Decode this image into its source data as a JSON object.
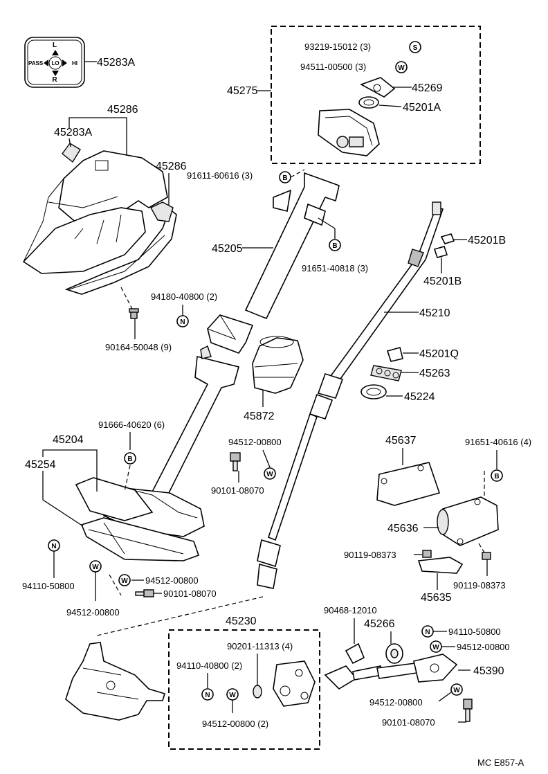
{
  "labels": {
    "p45283A_top": "45283A",
    "p45286_top": "45286",
    "p45283A": "45283A",
    "p45286": "45286",
    "p94180": "94180-40800 (2)",
    "p90164": "90164-50048 (9)",
    "p45275": "45275",
    "p93219": "93219-15012 (3)",
    "p94511": "94511-00500 (3)",
    "p45269": "45269",
    "p45201A": "45201A",
    "p91611": "91611-60616 (3)",
    "p45205": "45205",
    "p91651_40818": "91651-40818 (3)",
    "p45201B_1": "45201B",
    "p45201B_2": "45201B",
    "p45210": "45210",
    "p45201Q": "45201Q",
    "p45263": "45263",
    "p45224": "45224",
    "p45872": "45872",
    "p91666": "91666-40620 (6)",
    "p45204": "45204",
    "p45254": "45254",
    "p94512_a": "94512-00800",
    "p90101_a": "90101-08070",
    "p45637": "45637",
    "p91651_40616": "91651-40616 (4)",
    "p45636": "45636",
    "p90119_a": "90119-08373",
    "p90119_b": "90119-08373",
    "p45635": "45635",
    "p94110_a": "94110-50800",
    "p94512_b": "94512-00800",
    "p90101_b": "90101-08070",
    "p94512_c": "94512-00800",
    "p45230": "45230",
    "p90201": "90201-11313 (4)",
    "p94110_b": "94110-40800 (2)",
    "p94512_d": "94512-00800 (2)",
    "p90468": "90468-12010",
    "p45266": "45266",
    "p94110_c": "94110-50800",
    "p94512_e": "94512-00800",
    "p45390": "45390",
    "p94512_f": "94512-00800",
    "p90101_c": "90101-08070",
    "figure_code": "MC  E857-A"
  },
  "switch_label": {
    "pass": "PASS",
    "lo": "LO",
    "hi": "HI",
    "l": "L",
    "r": "R"
  },
  "symbols": {
    "s": "S",
    "w": "W",
    "b": "B",
    "n": "N"
  }
}
